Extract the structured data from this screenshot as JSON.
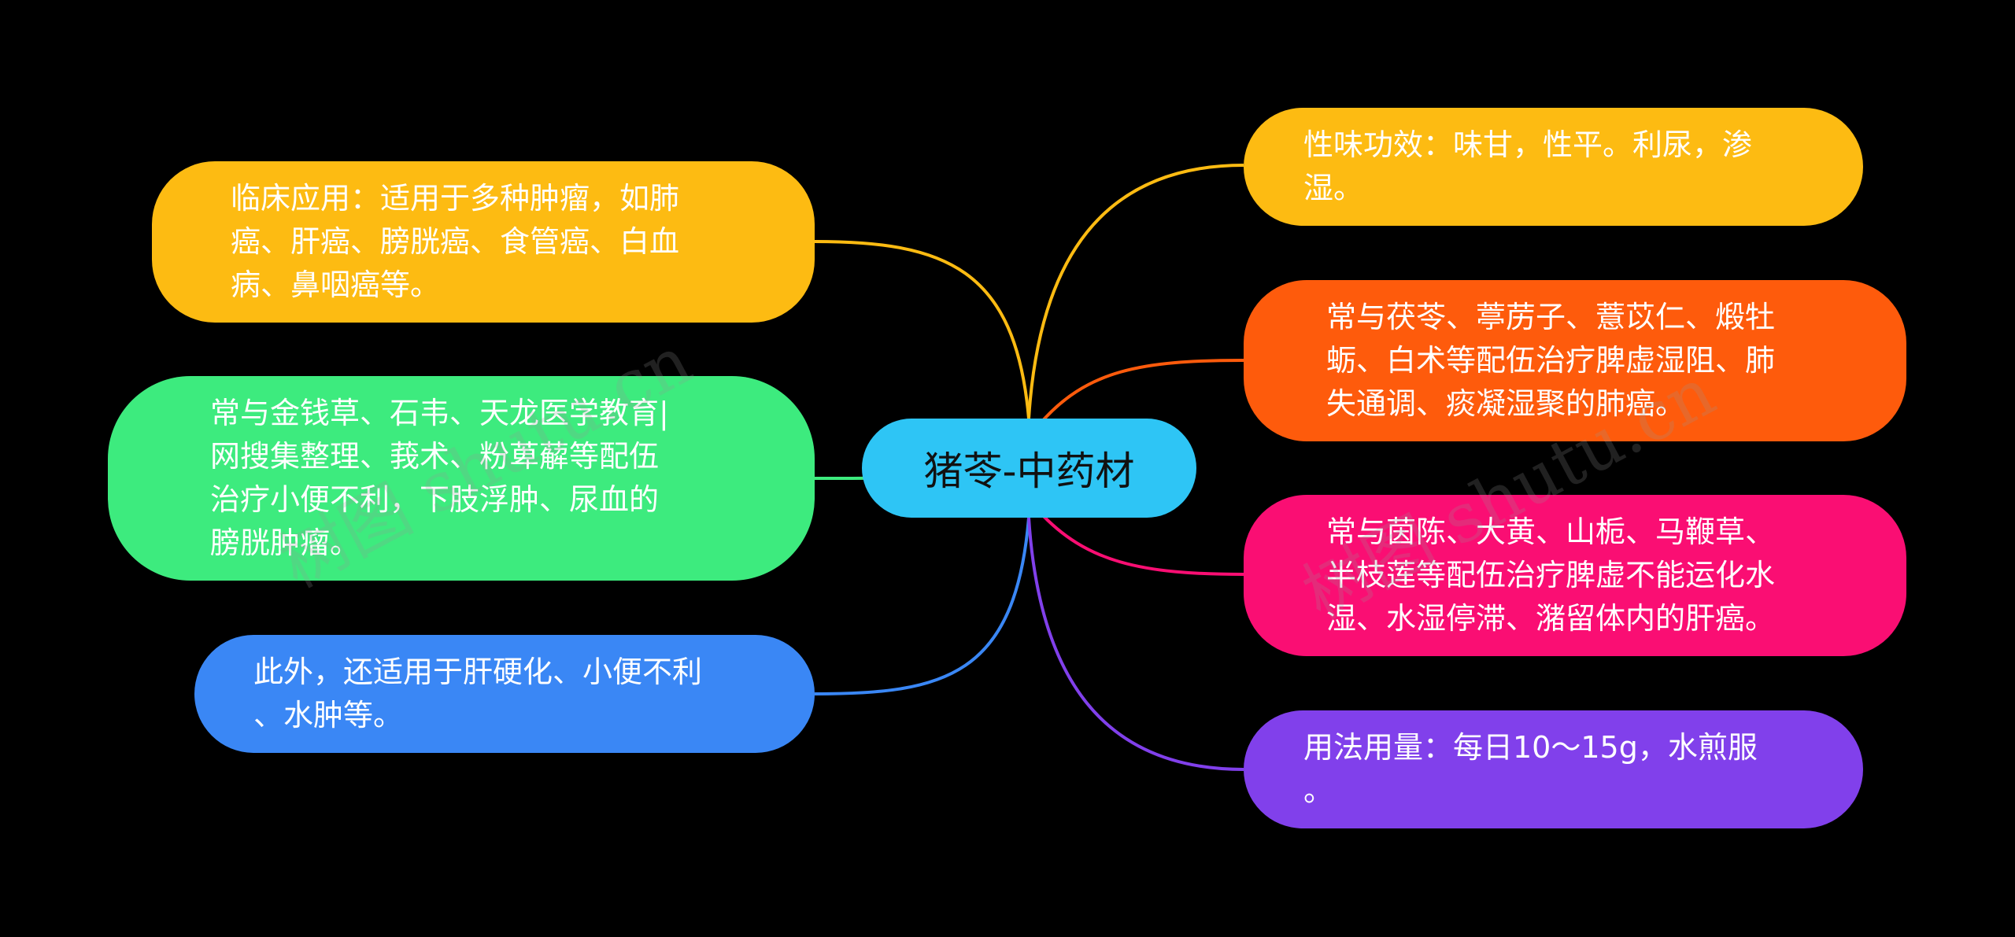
{
  "center": {
    "label": "猪苓-中药材",
    "color": "#2ec5f5"
  },
  "left_nodes": [
    {
      "lines": [
        "临床应用：适用于多种肿瘤，如肺",
        "癌、肝癌、膀胱癌、食管癌、白血",
        "病、鼻咽癌等。"
      ],
      "color": "#fdbb12"
    },
    {
      "lines": [
        "常与金钱草、石韦、天龙医学教育|",
        "网搜集整理、莪术、粉萆薢等配伍",
        "治疗小便不利，下肢浮肿、尿血的",
        "膀胱肿瘤。"
      ],
      "color": "#3deb7e"
    },
    {
      "lines": [
        "此外，还适用于肝硬化、小便不利",
        "、水肿等。"
      ],
      "color": "#3a87f5"
    }
  ],
  "right_nodes": [
    {
      "lines": [
        "性味功效：味甘，性平。利尿，渗",
        "湿。"
      ],
      "color": "#fdbb12"
    },
    {
      "lines": [
        "常与茯苓、葶苈子、薏苡仁、煅牡",
        "蛎、白术等配伍治疗脾虚湿阻、肺",
        "失通调、痰凝湿聚的肺癌。"
      ],
      "color": "#fe5b0c"
    },
    {
      "lines": [
        "常与茵陈、大黄、山栀、马鞭草、",
        "半枝莲等配伍治疗脾虚不能运化水",
        "湿、水湿停滞、潴留体内的肝癌。"
      ],
      "color": "#fa0e73"
    },
    {
      "lines": [
        "用法用量：每日10～15g，水煎服",
        "。"
      ],
      "color": "#8140eb"
    }
  ],
  "watermarks": [
    "树图 shutu.cn",
    "树图 shutu.cn"
  ]
}
